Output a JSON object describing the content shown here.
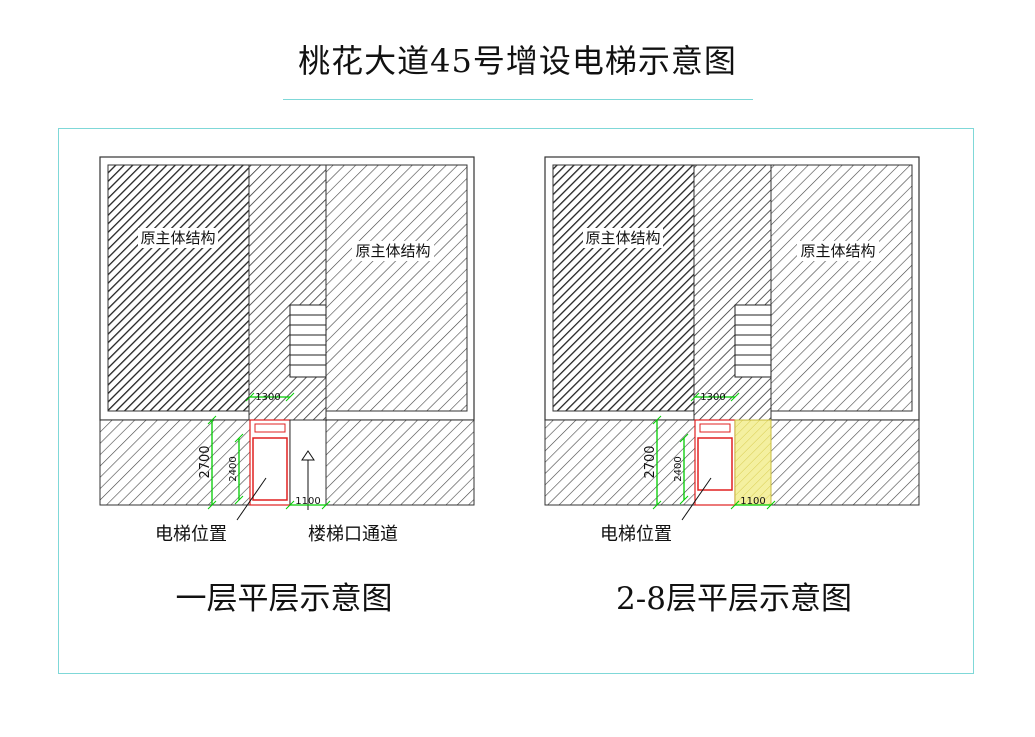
{
  "title": "桃花大道45号增设电梯示意图",
  "plans": [
    {
      "id": "plan-1",
      "caption": "一层平层示意图",
      "structure_left_label": "原主体结构",
      "structure_right_label": "原主体结构",
      "dim_shaft_width": "1300",
      "dim_outer_depth": "2700",
      "dim_inner_depth": "2400",
      "dim_passage_width": "1100",
      "elevator_label": "电梯位置",
      "passage_label": "楼梯口通道"
    },
    {
      "id": "plan-2",
      "caption": "2-8层平层示意图",
      "structure_left_label": "原主体结构",
      "structure_right_label": "原主体结构",
      "dim_shaft_width": "1300",
      "dim_outer_depth": "2700",
      "dim_inner_depth": "2400",
      "dim_passage_width": "1100",
      "elevator_label": "电梯位置"
    }
  ],
  "colors": {
    "frame": "#7fd8d8",
    "dimension": "#00cc00",
    "elevator": "#e02020",
    "passage_fill": "#f4f0a0"
  }
}
